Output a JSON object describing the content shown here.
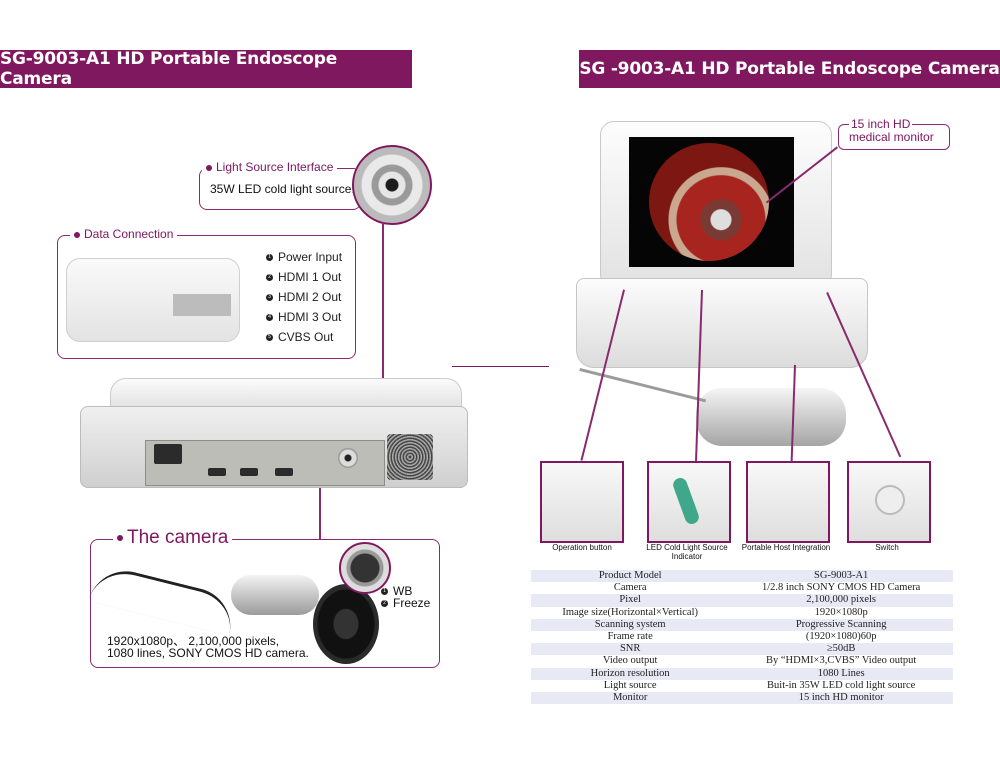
{
  "banners": {
    "left": "SG-9003-A1 HD Portable Endoscope Camera",
    "right": "SG -9003-A1 HD Portable Endoscope Camera"
  },
  "light_source": {
    "title": "Light Source Interface",
    "text": "35W LED cold light source."
  },
  "data_connection": {
    "title": "Data Connection",
    "items": [
      "Power Input",
      "HDMI 1 Out",
      "HDMI 2 Out",
      "HDMI 3 Out",
      "CVBS Out"
    ],
    "markers": [
      "1",
      "2",
      "3",
      "4",
      "5"
    ]
  },
  "camera": {
    "title": "The camera",
    "buttons": [
      "WB",
      "Freeze"
    ],
    "button_markers": [
      "1",
      "2"
    ],
    "desc_line1": "1920x1080p、 2,100,000 pixels,",
    "desc_line2": "1080 lines, SONY CMOS HD camera."
  },
  "monitor_callout": {
    "line1": "15 inch HD",
    "line2": "medical monitor"
  },
  "features": [
    {
      "label": "Operation button"
    },
    {
      "label": "LED Cold Light Source Indicator"
    },
    {
      "label": "Portable Host Integration"
    },
    {
      "label": "Switch"
    }
  ],
  "specs": [
    {
      "k": "Product Model",
      "v": "SG-9003-A1"
    },
    {
      "k": "Camera",
      "v": "1/2.8 inch SONY CMOS HD Camera"
    },
    {
      "k": "Pixel",
      "v": "2,100,000 pixels"
    },
    {
      "k": "Image size(Horizontal×Vertical)",
      "v": "1920×1080p"
    },
    {
      "k": "Scanning system",
      "v": "Progressive Scanning"
    },
    {
      "k": "Frame rate",
      "v": "(1920×1080)60p"
    },
    {
      "k": "SNR",
      "v": "≥50dB"
    },
    {
      "k": "Video output",
      "v": "By “HDMI×3,CVBS” Video output"
    },
    {
      "k": "Horizon resolution",
      "v": "1080 Lines"
    },
    {
      "k": "Light source",
      "v": "Buit-in 35W LED cold light source"
    },
    {
      "k": "Monitor",
      "v": "15 inch HD monitor"
    }
  ],
  "colors": {
    "brand": "#80185f",
    "table_stripe": "#e7eaf4"
  }
}
